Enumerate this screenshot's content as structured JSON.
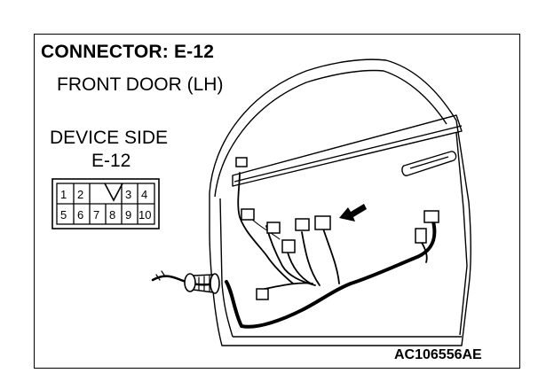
{
  "connector": {
    "title": "CONNECTOR: E-12",
    "location": "FRONT DOOR (LH)",
    "view_label": "DEVICE SIDE",
    "view_code": "E-12"
  },
  "pins": {
    "top_row": [
      "1",
      "2",
      "",
      "3",
      "4"
    ],
    "bottom_row": [
      "5",
      "6",
      "7",
      "8",
      "9",
      "10"
    ]
  },
  "figure_code": "AC106556AE",
  "colors": {
    "line": "#000000",
    "background": "#ffffff"
  }
}
